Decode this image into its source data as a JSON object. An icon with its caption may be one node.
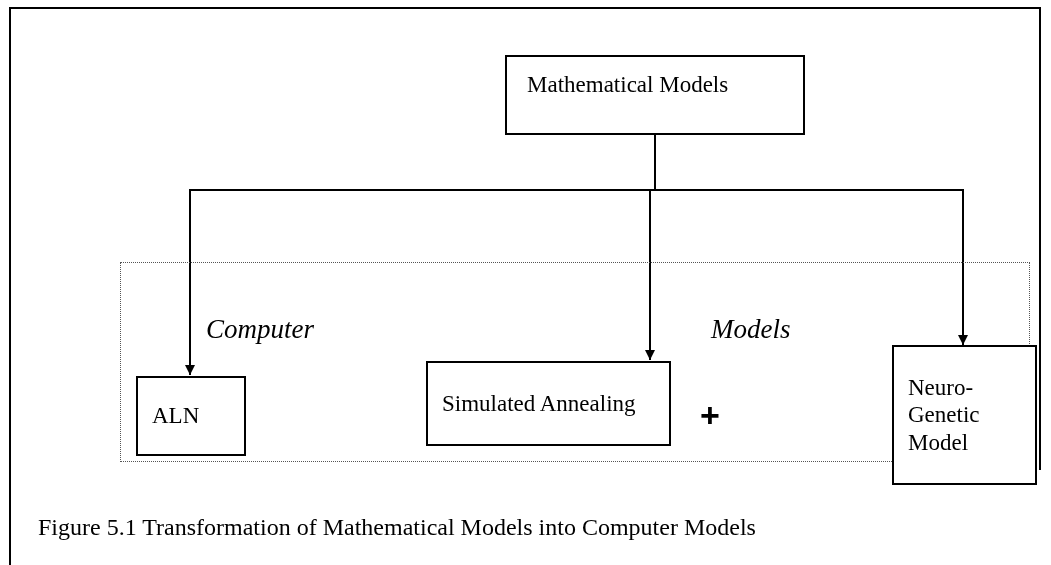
{
  "diagram": {
    "caption": "Figure 5.1 Transformation of Mathematical Models into Computer Models",
    "nodes": [
      {
        "text": [
          "Mathematical Models"
        ]
      },
      {
        "text": [
          "Computer",
          "Models"
        ]
      },
      {
        "text": [
          "ALN"
        ],
        "in": 1
      },
      {
        "text": [
          "Simulated Annealing"
        ],
        "in": 1
      },
      {
        "text": [
          "Neuro-Genetic Model"
        ]
      }
    ],
    "edges": [
      {
        "from": 0,
        "to": 2,
        "arrow": "to"
      },
      {
        "from": 0,
        "to": 3,
        "arrow": "to"
      },
      {
        "from": 0,
        "to": 4,
        "arrow": "to"
      }
    ],
    "labels": [
      "+"
    ]
  }
}
